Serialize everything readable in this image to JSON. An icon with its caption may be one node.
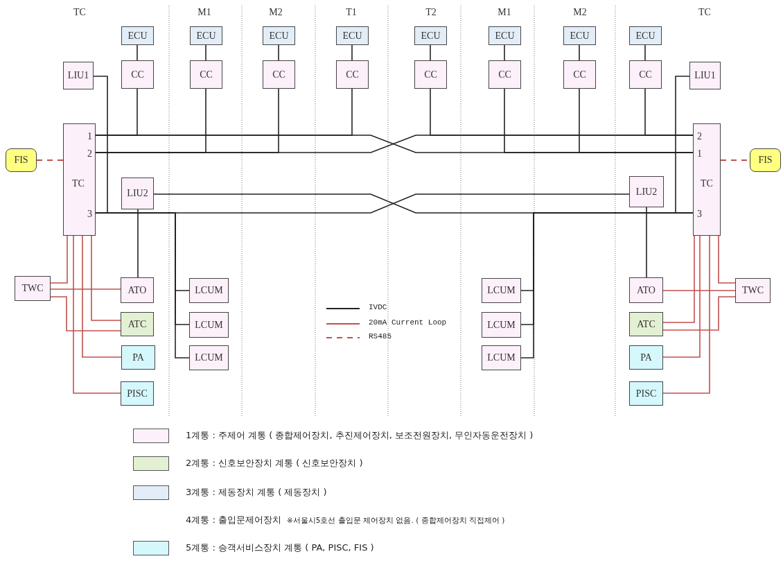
{
  "diagram": {
    "nodes": [
      {
        "text": [
          "ECU"
        ]
      },
      {
        "text": [
          "ECU"
        ]
      },
      {
        "text": [
          "ECU"
        ]
      },
      {
        "text": [
          "ECU"
        ]
      },
      {
        "text": [
          "ECU"
        ]
      },
      {
        "text": [
          "ECU"
        ]
      },
      {
        "text": [
          "ECU"
        ]
      },
      {
        "text": [
          "ECU"
        ]
      },
      {
        "text": [
          "LIU1"
        ]
      },
      {
        "text": [
          "CC"
        ]
      },
      {
        "text": [
          "CC"
        ]
      },
      {
        "text": [
          "CC"
        ]
      },
      {
        "text": [
          "CC"
        ]
      },
      {
        "text": [
          "CC"
        ]
      },
      {
        "text": [
          "CC"
        ]
      },
      {
        "text": [
          "CC"
        ]
      },
      {
        "text": [
          "CC"
        ]
      },
      {
        "text": [
          "LIU1"
        ]
      },
      {
        "text": [
          "FIS"
        ]
      },
      {
        "text": [
          "1",
          "2",
          "TC",
          "3"
        ]
      },
      {
        "text": [
          "2",
          "1",
          "TC",
          "3"
        ]
      },
      {
        "text": [
          "FIS"
        ]
      },
      {
        "text": [
          "LIU2"
        ]
      },
      {
        "text": [
          "LIU2"
        ]
      },
      {
        "text": [
          "TWC"
        ]
      },
      {
        "text": [
          "ATO"
        ]
      },
      {
        "text": [
          "LCUM"
        ]
      },
      {
        "text": [
          "LCUM"
        ]
      },
      {
        "text": [
          "ATO"
        ]
      },
      {
        "text": [
          "TWC"
        ]
      },
      {
        "text": [
          "ATC"
        ]
      },
      {
        "text": [
          "LCUM"
        ]
      },
      {
        "text": [
          "LCUM"
        ]
      },
      {
        "text": [
          "ATC"
        ]
      },
      {
        "text": [
          "PA"
        ]
      },
      {
        "text": [
          "LCUM"
        ]
      },
      {
        "text": [
          "LCUM"
        ]
      },
      {
        "text": [
          "PA"
        ]
      },
      {
        "text": [
          "PISC"
        ]
      },
      {
        "text": [
          "PISC"
        ]
      }
    ],
    "edges": [
      {
        "from": 0,
        "to": 9,
        "arrow": "none"
      },
      {
        "from": 1,
        "to": 10,
        "arrow": "none"
      },
      {
        "from": 2,
        "to": 11,
        "arrow": "none"
      },
      {
        "from": 3,
        "to": 12,
        "arrow": "none"
      },
      {
        "from": 4,
        "to": 13,
        "arrow": "none"
      },
      {
        "from": 5,
        "to": 14,
        "arrow": "none"
      },
      {
        "from": 6,
        "to": 15,
        "arrow": "none"
      },
      {
        "from": 7,
        "to": 16,
        "arrow": "none"
      },
      {
        "from": 19,
        "to": 20,
        "arrow": "none"
      },
      {
        "from": 19,
        "to": 20,
        "arrow": "none"
      },
      {
        "from": 19,
        "to": 23,
        "arrow": "none"
      },
      {
        "from": 22,
        "to": 20,
        "arrow": "none"
      },
      {
        "from": 9,
        "to": 19,
        "arrow": "none"
      },
      {
        "from": 10,
        "to": 19,
        "arrow": "none"
      },
      {
        "from": 11,
        "to": 19,
        "arrow": "none"
      },
      {
        "from": 12,
        "to": 19,
        "arrow": "none"
      },
      {
        "from": 13,
        "to": 20,
        "arrow": "none"
      },
      {
        "from": 14,
        "to": 20,
        "arrow": "none"
      },
      {
        "from": 15,
        "to": 20,
        "arrow": "none"
      },
      {
        "from": 16,
        "to": 20,
        "arrow": "none"
      },
      {
        "from": 8,
        "to": 19,
        "arrow": "none"
      },
      {
        "from": 17,
        "to": 20,
        "arrow": "none"
      },
      {
        "from": 22,
        "to": 25,
        "arrow": "none"
      },
      {
        "from": 23,
        "to": 28,
        "arrow": "none"
      },
      {
        "from": 26,
        "to": 19,
        "arrow": "none"
      },
      {
        "from": 31,
        "to": 19,
        "arrow": "none"
      },
      {
        "from": 35,
        "to": 19,
        "arrow": "none"
      },
      {
        "from": 27,
        "to": 20,
        "arrow": "none"
      },
      {
        "from": 32,
        "to": 20,
        "arrow": "none"
      },
      {
        "from": 36,
        "to": 20,
        "arrow": "none"
      },
      {
        "from": 18,
        "to": 19,
        "arrow": "none",
        "style": "dashed",
        "color": "#c0504d"
      },
      {
        "from": 20,
        "to": 21,
        "arrow": "none",
        "style": "dashed",
        "color": "#c0504d"
      },
      {
        "from": 19,
        "to": 24,
        "arrow": "none",
        "color": "#c0504d"
      },
      {
        "from": 24,
        "to": 25,
        "arrow": "none",
        "color": "#c0504d"
      },
      {
        "from": 24,
        "to": 30,
        "arrow": "none",
        "color": "#c0504d"
      },
      {
        "from": 19,
        "to": 30,
        "arrow": "none",
        "color": "#c0504d"
      },
      {
        "from": 19,
        "to": 34,
        "arrow": "none",
        "color": "#c0504d"
      },
      {
        "from": 19,
        "to": 38,
        "arrow": "none",
        "color": "#c0504d"
      },
      {
        "from": 20,
        "to": 29,
        "arrow": "none",
        "color": "#c0504d"
      },
      {
        "from": 29,
        "to": 28,
        "arrow": "none",
        "color": "#c0504d"
      },
      {
        "from": 29,
        "to": 33,
        "arrow": "none",
        "color": "#c0504d"
      },
      {
        "from": 20,
        "to": 33,
        "arrow": "none",
        "color": "#c0504d"
      },
      {
        "from": 20,
        "to": 37,
        "arrow": "none",
        "color": "#c0504d"
      },
      {
        "from": 20,
        "to": 39,
        "arrow": "none",
        "color": "#c0504d"
      }
    ],
    "labels": [
      "TC",
      "M1",
      "M2",
      "T1",
      "T2",
      "M1",
      "M2",
      "TC",
      "4계통 : 출입문제어장치",
      "※서울시5호선 출입문 제어장치 없음. ( 종합제어장치 직접제어 )"
    ],
    "legend": [
      {
        "text": "IVDC"
      },
      {
        "text": "20mA Current Loop"
      },
      {
        "text": "RS485"
      },
      {
        "text": "1계통 : 주제어 계통 ( 종합제어장치, 추진제어장치, 보조전원장치, 무인자동운전장치 )",
        "color": "#fcf0fa"
      },
      {
        "text": "2계통 : 신호보안장치 계통 ( 신호보안장치 )",
        "color": "#e3f0d3"
      },
      {
        "text": "3계통 : 제동장치 계통 ( 제동장치 )",
        "color": "#e3edf8"
      },
      {
        "text": "5계통 : 승객서비스장치 계통 ( PA, PISC, FIS )",
        "color": "#d5f8fc"
      }
    ]
  }
}
